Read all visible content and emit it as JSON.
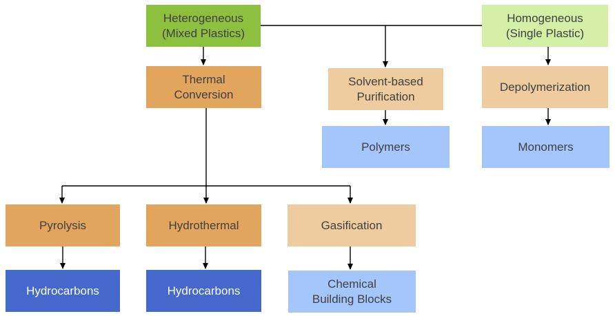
{
  "colors": {
    "green": "#8dc03f",
    "light_green": "#d3f0a6",
    "orange": "#e2a55d",
    "peach": "#efcc9f",
    "light_blue": "#a4c6fb",
    "dark_blue": "#4468cc",
    "text": "#404040",
    "connector": "#000000"
  },
  "nodes": {
    "heterogeneous": {
      "line1": "Heterogeneous",
      "line2": "(Mixed Plastics)"
    },
    "homogeneous": {
      "line1": "Homogeneous",
      "line2": "(Single Plastic)"
    },
    "thermal_conversion": {
      "line1": "Thermal",
      "line2": "Conversion"
    },
    "solvent_purification": {
      "line1": "Solvent-based",
      "line2": "Purification"
    },
    "depolymerization": {
      "label": "Depolymerization"
    },
    "polymers": {
      "label": "Polymers"
    },
    "monomers": {
      "label": "Monomers"
    },
    "pyrolysis": {
      "label": "Pyrolysis"
    },
    "hydrothermal": {
      "label": "Hydrothermal"
    },
    "gasification": {
      "label": "Gasification"
    },
    "hydrocarbons_pyrolysis": {
      "label": "Hydrocarbons"
    },
    "hydrocarbons_hydrothermal": {
      "label": "Hydrocarbons"
    },
    "chemical_building_blocks": {
      "line1": "Chemical",
      "line2": "Building Blocks"
    }
  }
}
